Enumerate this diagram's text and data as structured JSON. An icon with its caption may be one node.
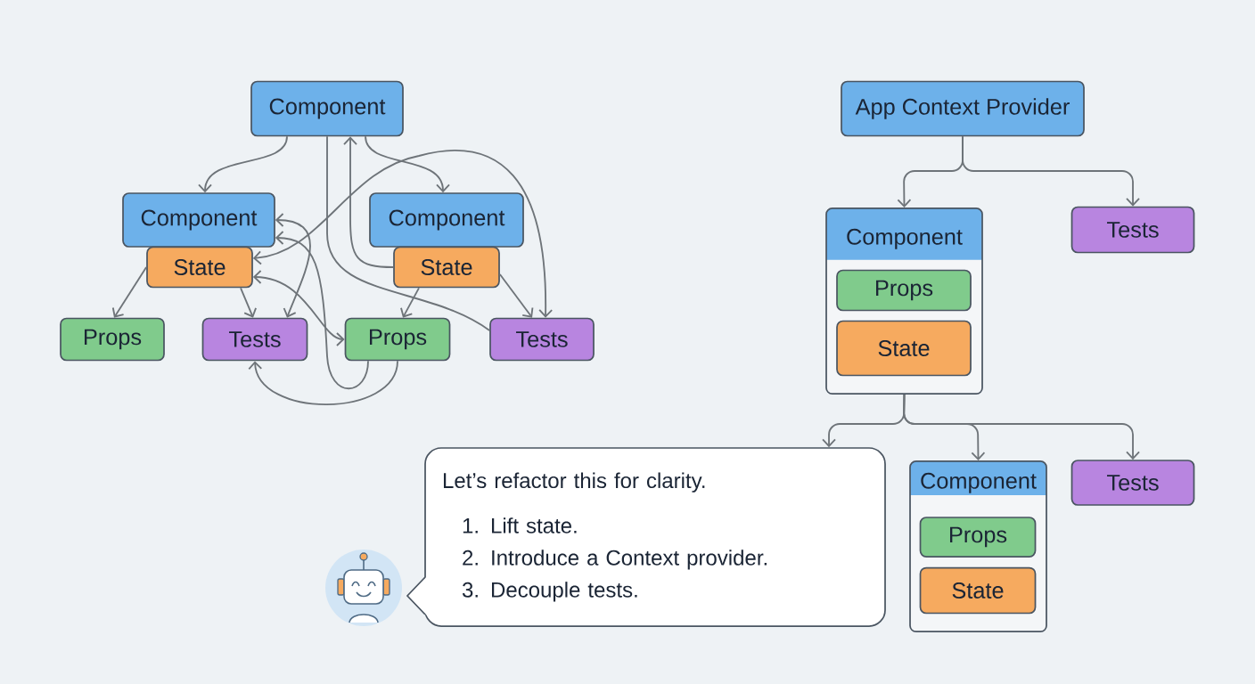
{
  "diagram": {
    "nodes": [
      {
        "text": [
          "Component"
        ]
      },
      {
        "text": [
          "Component"
        ]
      },
      {
        "text": [
          "State"
        ]
      },
      {
        "text": [
          "Props"
        ]
      },
      {
        "text": [
          "Tests"
        ]
      },
      {
        "text": [
          "Component"
        ]
      },
      {
        "text": [
          "State"
        ]
      },
      {
        "text": [
          "Props"
        ]
      },
      {
        "text": [
          "Tests"
        ]
      },
      {
        "text": [
          "App Context Provider"
        ]
      },
      {
        "text": [
          "Component"
        ]
      },
      {
        "text": [
          "Props"
        ],
        "in": 10
      },
      {
        "text": [
          "State"
        ],
        "in": 10
      },
      {
        "text": [
          "Tests"
        ]
      },
      {
        "text": [
          "Component"
        ]
      },
      {
        "text": [
          "Props"
        ],
        "in": 14
      },
      {
        "text": [
          "State"
        ],
        "in": 14
      },
      {
        "text": [
          "Tests"
        ]
      },
      {
        "text": [
          "Let’s refactor this for clarity.",
          "1. Lift state.",
          "2. Introduce a Context provider.",
          "3. Decouple tests."
        ]
      }
    ],
    "edges": [
      {
        "from": 0,
        "to": 1,
        "arrow": "to"
      },
      {
        "from": 0,
        "to": 5,
        "arrow": "to"
      },
      {
        "from": 0,
        "to": 8,
        "arrow": "none"
      },
      {
        "from": 6,
        "to": 0,
        "arrow": "to"
      },
      {
        "from": 1,
        "to": 4,
        "arrow": "both"
      },
      {
        "from": 7,
        "to": 1,
        "arrow": "to"
      },
      {
        "from": 2,
        "to": 7,
        "arrow": "both"
      },
      {
        "from": 2,
        "to": 8,
        "arrow": "both"
      },
      {
        "from": 2,
        "to": 3,
        "arrow": "to"
      },
      {
        "from": 2,
        "to": 4,
        "arrow": "to"
      },
      {
        "from": 7,
        "to": 4,
        "arrow": "to"
      },
      {
        "from": 6,
        "to": 7,
        "arrow": "to"
      },
      {
        "from": 6,
        "to": 8,
        "arrow": "to"
      },
      {
        "from": 9,
        "to": 10,
        "arrow": "to"
      },
      {
        "from": 9,
        "to": 13,
        "arrow": "to"
      },
      {
        "from": 10,
        "to": 18,
        "arrow": "to"
      },
      {
        "from": 10,
        "to": 14,
        "arrow": "to"
      },
      {
        "from": 10,
        "to": 17,
        "arrow": "to"
      }
    ]
  }
}
